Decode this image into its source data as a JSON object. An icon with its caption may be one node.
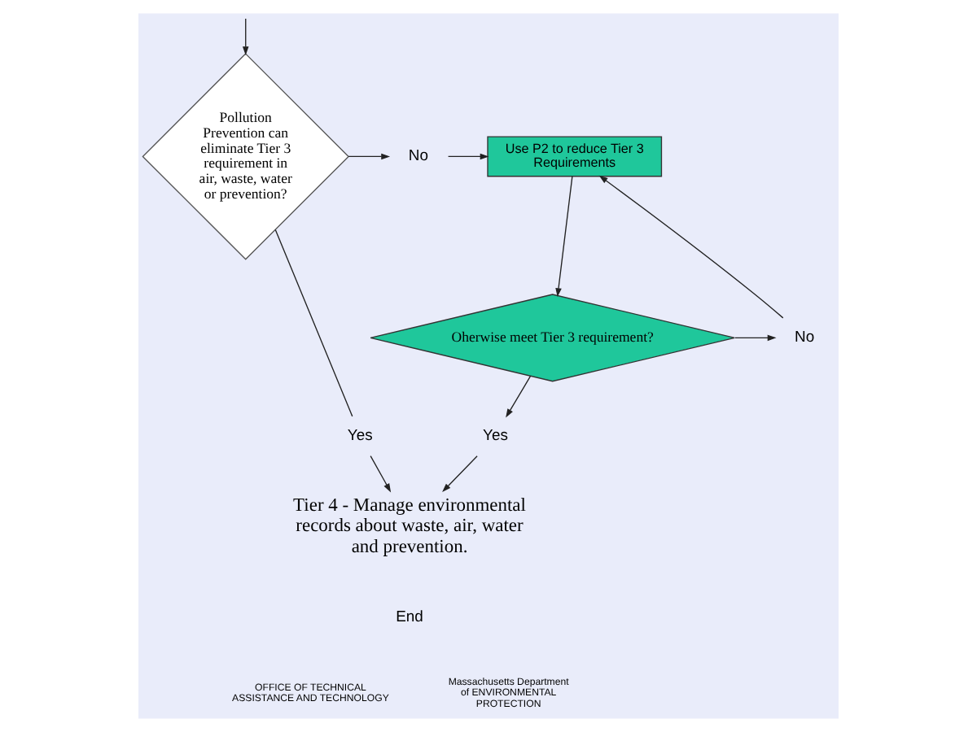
{
  "diagram": {
    "nodes": [
      {
        "text": [
          "Pollution Prevention can eliminate Tier 3 requirement in air, waste, water or prevention?"
        ]
      },
      {
        "text": [
          "No"
        ]
      },
      {
        "text": [
          "Use P2 to reduce Tier 3 Requirements"
        ]
      },
      {
        "text": [
          "Oherwise meet Tier 3 requirement?"
        ]
      },
      {
        "text": [
          "No"
        ]
      },
      {
        "text": [
          "Yes"
        ]
      },
      {
        "text": [
          "Yes"
        ]
      },
      {
        "text": [
          "Tier 4 - Manage environmental records about waste, air, water and prevention."
        ]
      }
    ],
    "edges": [
      {
        "from": null,
        "to": 0,
        "arrow": "to"
      },
      {
        "from": 0,
        "to": 1,
        "arrow": "to"
      },
      {
        "from": 1,
        "to": 2,
        "arrow": "to"
      },
      {
        "from": 2,
        "to": 3,
        "arrow": "to"
      },
      {
        "from": 3,
        "to": 4,
        "arrow": "to"
      },
      {
        "from": 4,
        "to": 2,
        "arrow": "to"
      },
      {
        "from": 0,
        "to": 5,
        "arrow": "none"
      },
      {
        "from": 5,
        "to": 7,
        "arrow": "to"
      },
      {
        "from": 3,
        "to": 6,
        "arrow": "to"
      },
      {
        "from": 6,
        "to": 7,
        "arrow": "to"
      }
    ],
    "labels": [
      "End",
      "OFFICE OF TECHNICAL ASSISTANCE AND TECHNOLOGY",
      "Massachusetts Department of ENVIRONMENTAL PROTECTION"
    ]
  }
}
